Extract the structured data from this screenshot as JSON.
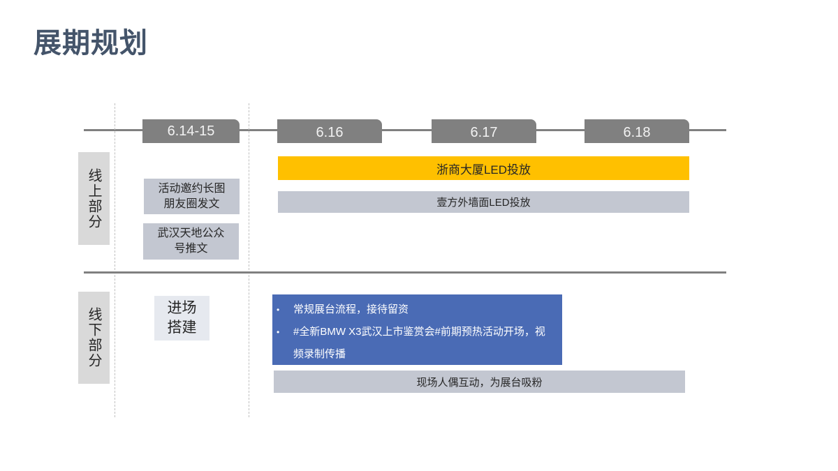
{
  "page": {
    "title": "展期规划"
  },
  "timeline": {
    "dates": [
      {
        "label": "6.14-15"
      },
      {
        "label": "6.16"
      },
      {
        "label": "6.17"
      },
      {
        "label": "6.18"
      }
    ]
  },
  "sections": {
    "online": {
      "label": "线上部分",
      "pre_items": [
        {
          "text": "活动邀约长图\n朋友圈发文"
        },
        {
          "text": "武汉天地公众\n号推文"
        }
      ],
      "bars": [
        {
          "text": "浙商大厦LED投放",
          "color": "#ffc000"
        },
        {
          "text": "壹方外墙面LED投放",
          "color": "#c3c7d1"
        }
      ]
    },
    "offline": {
      "label": "线下部分",
      "pre_items": [
        {
          "text": "进场\n搭建"
        }
      ],
      "blue_box": {
        "color": "#4a6bb5",
        "bullets": [
          {
            "bullet": "•",
            "text": "常规展台流程，接待留资"
          },
          {
            "bullet": "•",
            "text": "#全新BMW X3武汉上市鉴赏会#前期预热活动开场，视频录制传播"
          }
        ]
      },
      "bars": [
        {
          "text": "现场人偶互动，为展台吸粉",
          "color": "#c3c7d1"
        }
      ]
    }
  },
  "colors": {
    "title": "#44546a",
    "timeline_line": "#808080",
    "date_tab": "#808080",
    "accent_yellow": "#ffc000",
    "accent_blue": "#4a6bb5",
    "bar_gray": "#c3c7d1",
    "side_label_bg": "#d9d9d9"
  }
}
